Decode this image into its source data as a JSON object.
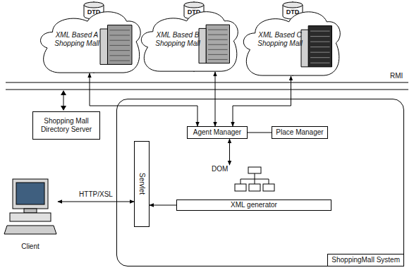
{
  "diagram": {
    "nodes": [
      {
        "text": [
          "DTD"
        ]
      },
      {
        "text": [
          "XML Based A Shopping Mall"
        ]
      },
      {
        "text": [
          "DTD"
        ]
      },
      {
        "text": [
          "XML Based B Shopping Mall"
        ]
      },
      {
        "text": [
          "DTD"
        ]
      },
      {
        "text": [
          "XML Based C Shopping Mall"
        ]
      },
      {
        "text": [
          "Shopping Mall Directory Server"
        ]
      },
      {
        "text": [
          "ShoppingMall System"
        ]
      },
      {
        "text": [
          "Agent Manager"
        ],
        "in": 7
      },
      {
        "text": [
          "Place Manager"
        ],
        "in": 7
      },
      {
        "text": [
          "DOM"
        ],
        "in": 7
      },
      {
        "text": [
          "Servlet"
        ],
        "in": 7
      },
      {
        "text": [
          "XML generator"
        ],
        "in": 7
      },
      {
        "text": [
          "Client"
        ]
      }
    ],
    "edges": [
      {
        "from": 0,
        "to": 1,
        "arrow": "none"
      },
      {
        "from": 2,
        "to": 3,
        "arrow": "none"
      },
      {
        "from": 4,
        "to": 5,
        "arrow": "none"
      },
      {
        "from": 1,
        "to": 8,
        "arrow": "both"
      },
      {
        "from": 3,
        "to": 8,
        "arrow": "both"
      },
      {
        "from": 5,
        "to": 8,
        "arrow": "both"
      },
      {
        "from": 13,
        "to": 11,
        "label": "HTTP/XSL",
        "arrow": "both"
      },
      {
        "from": 8,
        "to": 9,
        "arrow": "none"
      },
      {
        "from": 8,
        "to": 10,
        "arrow": "both"
      },
      {
        "from": 12,
        "to": 11,
        "arrow": "to"
      }
    ],
    "labels": [
      "RMI"
    ]
  }
}
